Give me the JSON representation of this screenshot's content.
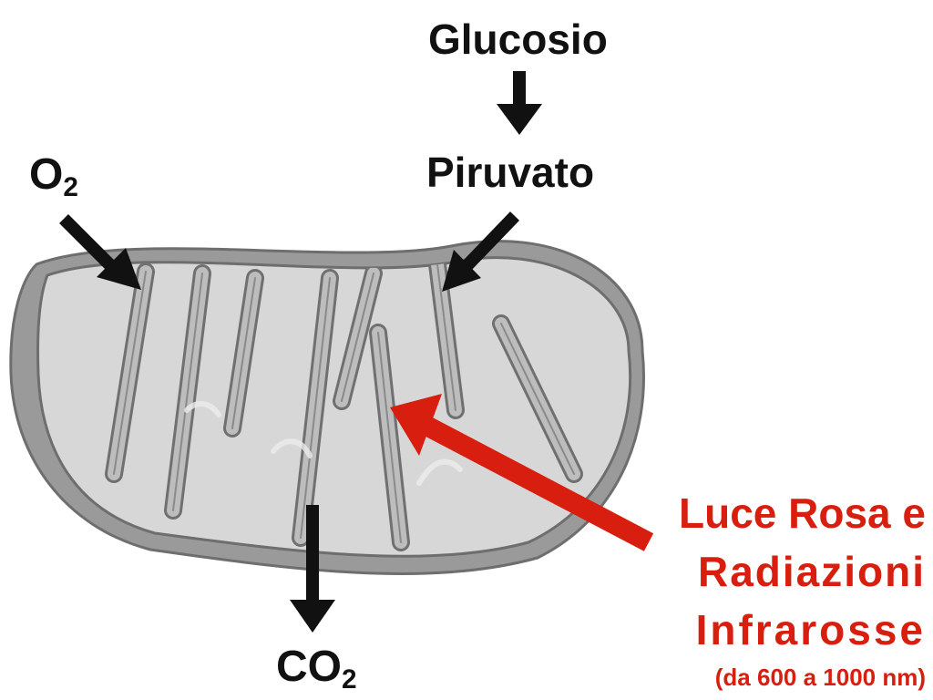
{
  "labels": {
    "glucose": "Glucosio",
    "pyruvate": "Piruvato",
    "oxygen": {
      "base": "O",
      "sub": "2"
    },
    "carbon_dioxide": {
      "base": "CO",
      "sub": "2"
    }
  },
  "callout": {
    "line1": "Luce Rosa e",
    "line2": "Radiazioni",
    "line3": "Infrarosse",
    "note": "(da 600 a 1000 nm)"
  },
  "colors": {
    "black_arrow": "#111111",
    "red_arrow": "#d71e0f",
    "outer_membrane": "#9a9a9a",
    "membrane_line": "#6e6e6e",
    "matrix": "#d7d7d7"
  }
}
